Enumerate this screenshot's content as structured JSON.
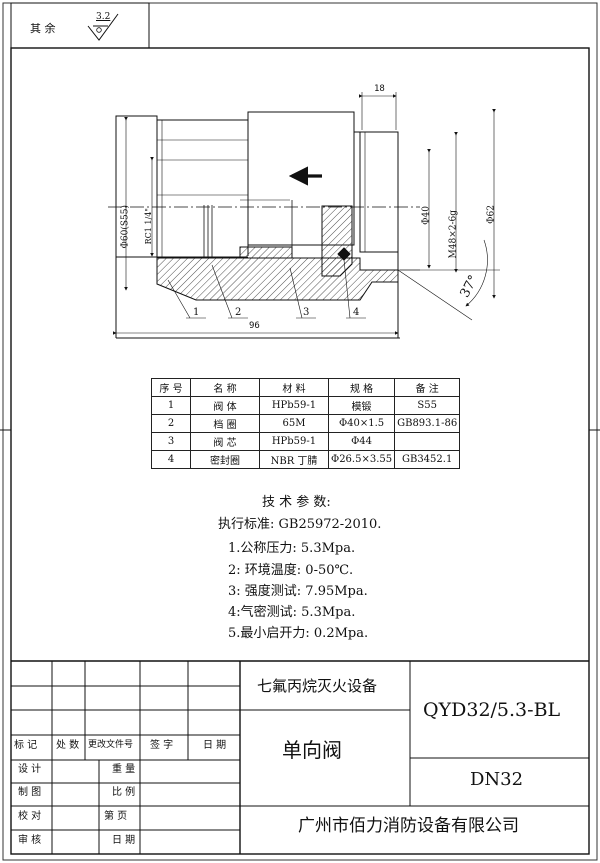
{
  "corner": {
    "label": "其 余",
    "roughness": "3.2"
  },
  "dimensions": {
    "top": "18",
    "left_outer": "Φ60(S55)",
    "left_thread": "RC1 1/4\"",
    "bore": "Φ40",
    "thread": "M48×2-6g",
    "right_outer": "Φ62",
    "angle": "37°",
    "length": "96"
  },
  "balloons": [
    "1",
    "2",
    "3",
    "4"
  ],
  "parts": {
    "headers": [
      "序 号",
      "名 称",
      "材 料",
      "规 格",
      "备 注"
    ],
    "rows": [
      [
        "1",
        "阀  体",
        "HPb59-1",
        "模锻",
        "S55"
      ],
      [
        "2",
        "档  圈",
        "65M",
        "Φ40×1.5",
        "GB893.1-86"
      ],
      [
        "3",
        "阀  芯",
        "HPb59-1",
        "Φ44",
        ""
      ],
      [
        "4",
        "密封圈",
        "NBR 丁腈",
        "Φ26.5×3.55",
        "GB3452.1"
      ]
    ]
  },
  "tech": {
    "title": "技 术 参 数:",
    "standard": "执行标准: GB25972-2010.",
    "items": [
      "1.公称压力: 5.3Mpa.",
      "2: 环境温度: 0-50℃.",
      "3: 强度测试: 7.95Mpa.",
      "4:气密测试: 5.3Mpa.",
      "5.最小启开力: 0.2Mpa."
    ]
  },
  "title_block": {
    "rev_headers": [
      "标 记",
      "处 数",
      "更改文件号",
      "签 字",
      "日 期"
    ],
    "left_labels": [
      "设 计",
      "制 图",
      "校 对",
      "审 核"
    ],
    "mid_labels": [
      "重 量",
      "比 例",
      "第    页",
      "日 期"
    ],
    "product": "七氟丙烷灭火设备",
    "part_name": "单向阀",
    "code": "QYD32/5.3-BL",
    "size": "DN32",
    "company": "广州市佰力消防设备有限公司"
  }
}
